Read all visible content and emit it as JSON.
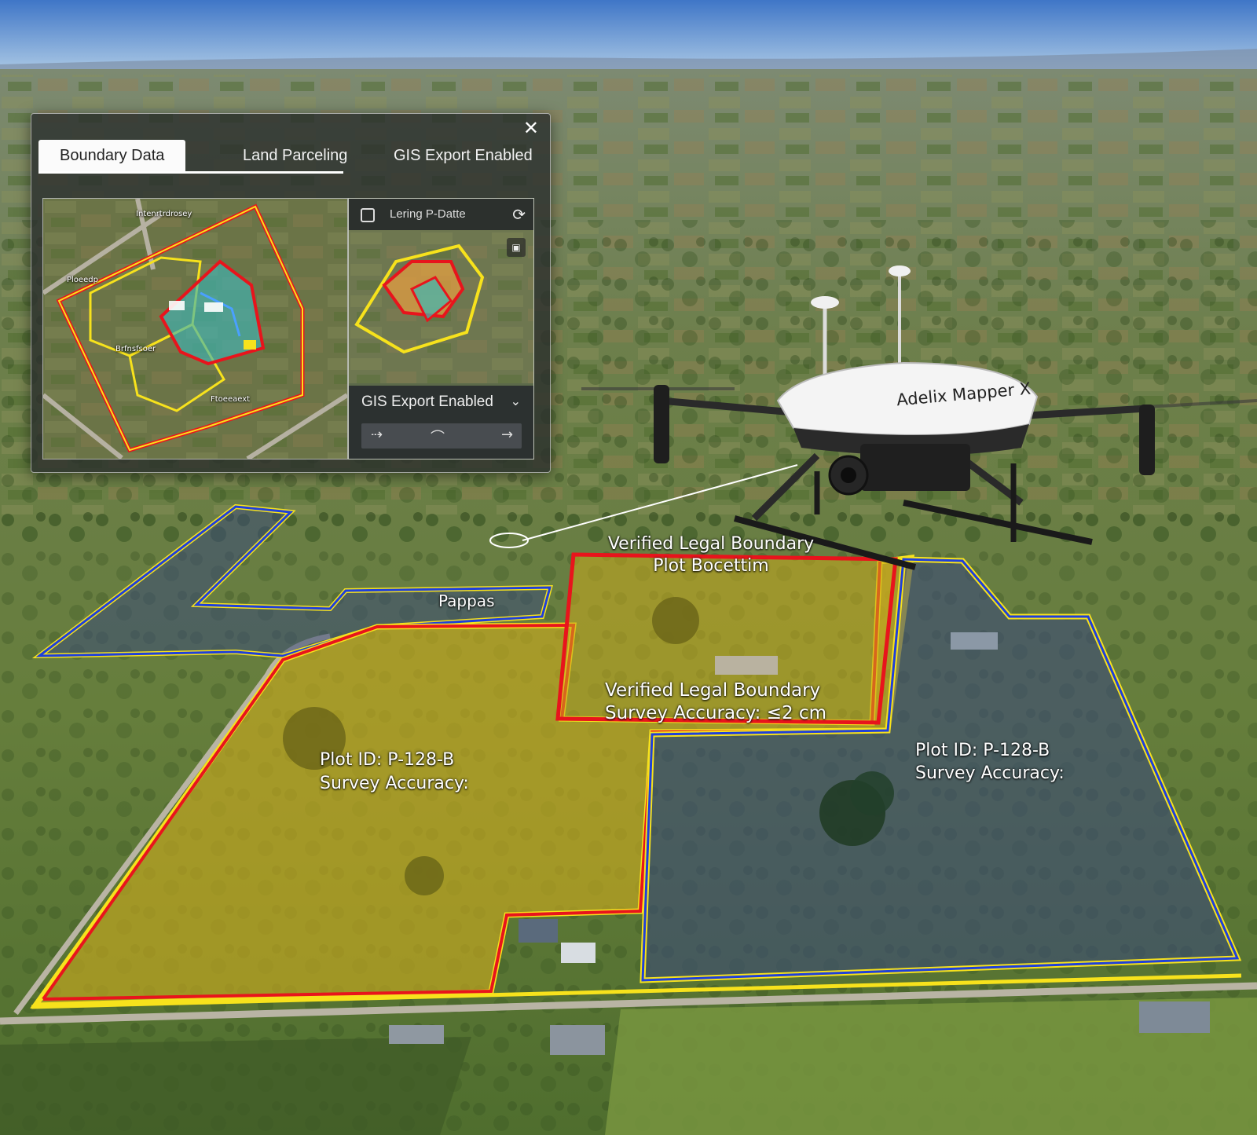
{
  "panel": {
    "close_icon": "close-icon",
    "tabs": [
      {
        "label": "Boundary Data",
        "active": true
      },
      {
        "label": "Land Parceling",
        "active": false
      },
      {
        "label": "GIS Export Enabled",
        "active": false
      }
    ],
    "side_panel": {
      "title": "Lering P-Datte",
      "refresh_icon": "refresh-icon",
      "layer_icon": "layers-icon",
      "export_label": "GIS Export Enabled",
      "dropdown_icon": "chevron-down-icon"
    },
    "map_labels": [
      "Intenrtrdrosey",
      "Ploeedp",
      "Brfnsfsoer",
      "Ftoeeaext"
    ]
  },
  "drone": {
    "brand": "Adelix Mapper X"
  },
  "overlay_labels": {
    "top_boundary": "Verified Legal Boundary",
    "top_plot": "Plot Bocettim",
    "small_parcel": "Pappаs",
    "center_boundary": "Verified Legal Boundary",
    "center_accuracy": "Survey Accuracy: ≤2 cm",
    "left_plot_id": "Plot ID: P-128-B",
    "left_accuracy": "Survey Accuracy:",
    "right_plot_id": "Plot ID: P-128-B",
    "right_accuracy": "Survey Accuracy:"
  },
  "colors": {
    "boundary_red": "#e8141c",
    "boundary_yellow": "#f7e21c",
    "boundary_blue": "#1f3fd9",
    "parcel_fill_yellow": "#c8a91e",
    "parcel_fill_blue": "#3a4a78"
  }
}
